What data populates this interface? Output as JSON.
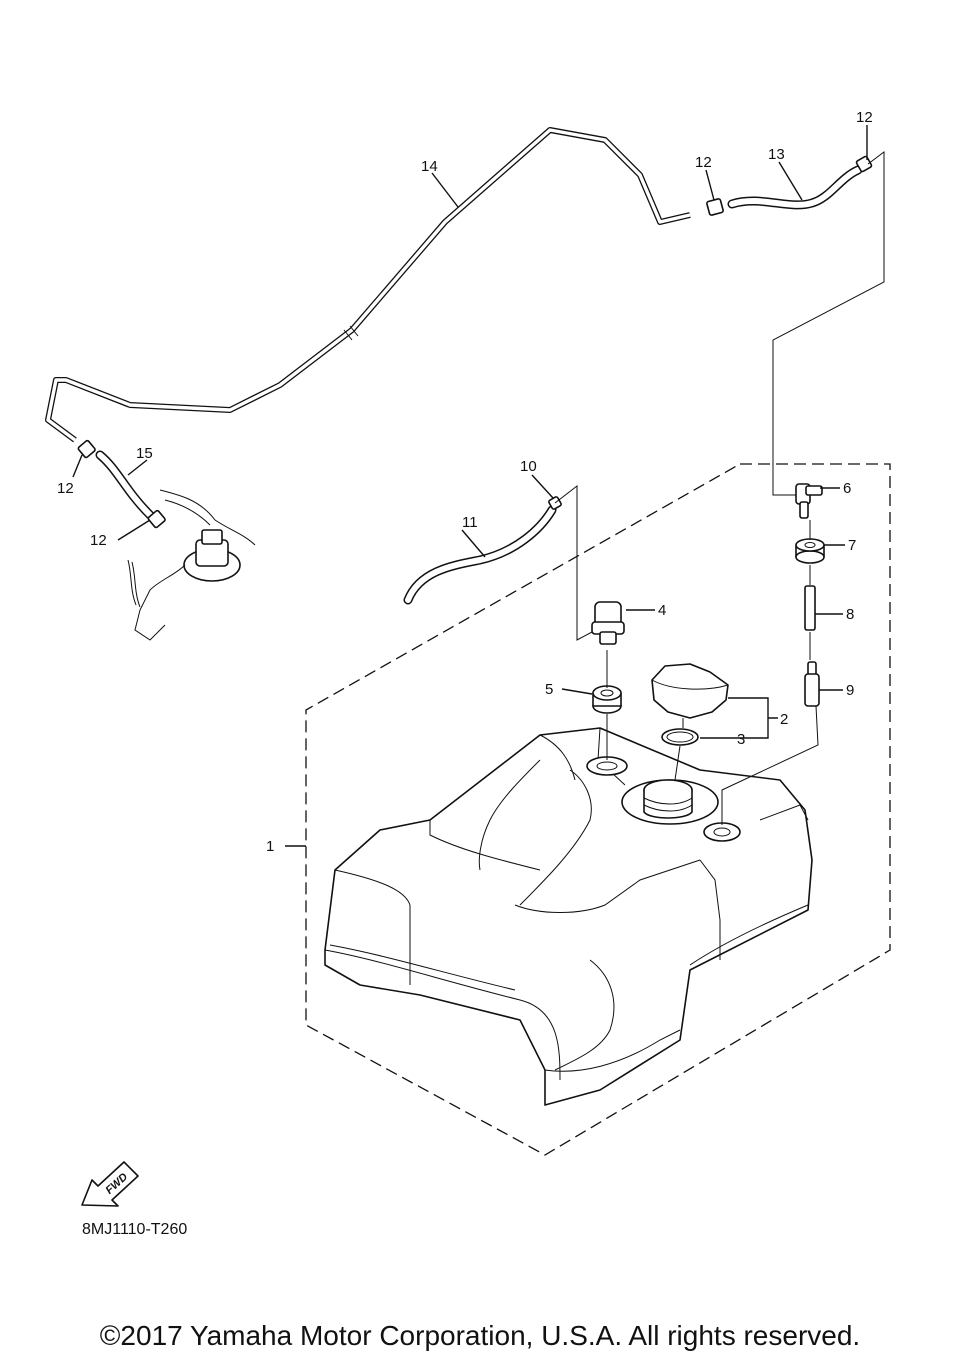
{
  "diagram": {
    "callouts": {
      "p1": "1",
      "p2": "2",
      "p3": "3",
      "p4": "4",
      "p5": "5",
      "p6": "6",
      "p7": "7",
      "p8": "8",
      "p9": "9",
      "p10": "10",
      "p11": "11",
      "p12a": "12",
      "p12b": "12",
      "p12c": "12",
      "p12d": "12",
      "p13": "13",
      "p14": "14",
      "p15": "15"
    },
    "fwd_label": "FWD",
    "diagram_code": "8MJ1110-T260"
  },
  "footer": {
    "copyright": "©2017 Yamaha Motor Corporation, U.S.A. All rights reserved."
  }
}
